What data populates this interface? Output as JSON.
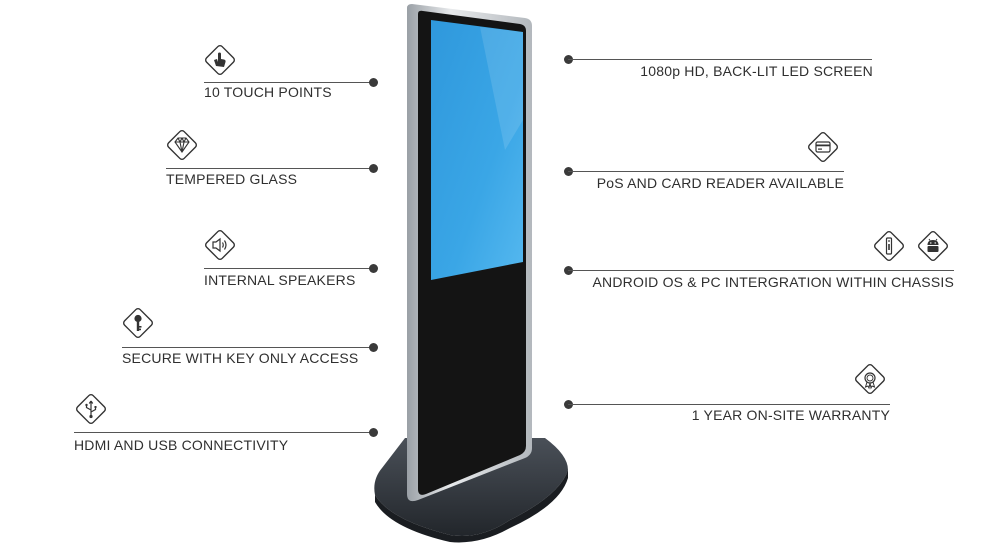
{
  "features_left": [
    {
      "label": "10 TOUCH POINTS",
      "icon": "touch-hand-icon"
    },
    {
      "label": "TEMPERED GLASS",
      "icon": "diamond-icon"
    },
    {
      "label": "INTERNAL SPEAKERS",
      "icon": "speaker-icon"
    },
    {
      "label": "SECURE WITH KEY ONLY ACCESS",
      "icon": "key-icon"
    },
    {
      "label": "HDMI AND USB CONNECTIVITY",
      "icon": "usb-icon"
    }
  ],
  "features_right": [
    {
      "label": "1080p HD, BACK-LIT LED SCREEN",
      "icon": ""
    },
    {
      "label": "PoS AND CARD READER AVAILABLE",
      "icon": "credit-card-icon"
    },
    {
      "label": "ANDROID OS & PC INTERGRATION WITHIN CHASSIS",
      "icon": "remote-and-android-icon"
    },
    {
      "label": "1 YEAR ON-SITE WARRANTY",
      "icon": "warranty-badge-icon"
    }
  ],
  "colors": {
    "screen_blue": "#3aa6e6",
    "bezel_black": "#141414",
    "frame_silver": "#c9ccd0",
    "base_dark": "#2c3036"
  }
}
